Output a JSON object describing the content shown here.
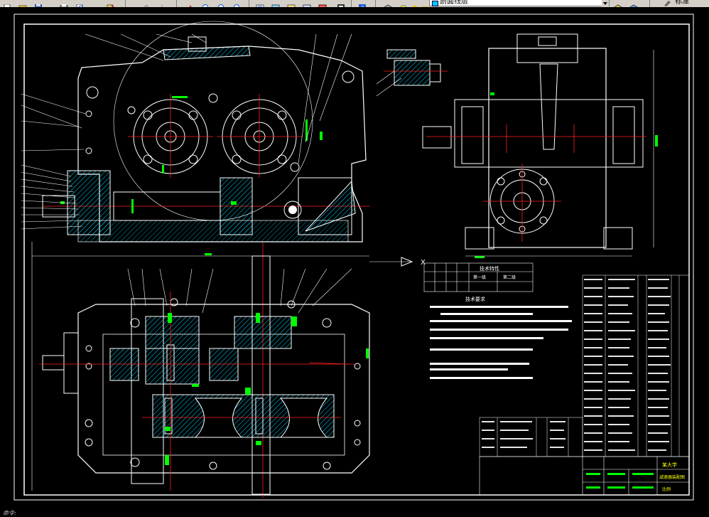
{
  "toolbar": {
    "layer_name": "剖面线层",
    "text_style": "标准"
  },
  "statusbar": {
    "command_text": "命令:"
  },
  "drawing": {
    "tech_title": "技术要求",
    "table_header_a": "技术特性",
    "table_header_b": "第一级",
    "table_header_c": "第二级",
    "title_block_name": "减速器装配图",
    "title_block_school": "某大学",
    "title_block_scale": "比例"
  }
}
